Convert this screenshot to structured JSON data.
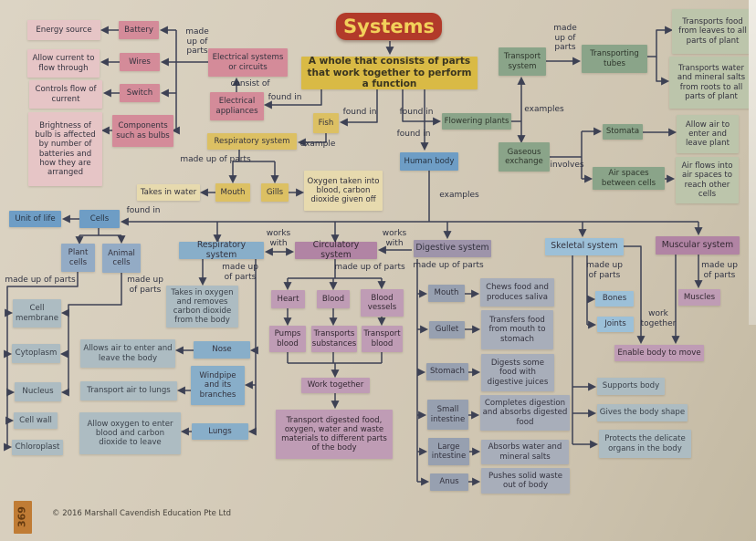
{
  "title": "Systems",
  "colors": {
    "title_box": "#b23a2a",
    "title_text": "#f2d05a",
    "definition": "#d9ba45",
    "electrical_dark": "#d48b99",
    "electrical_light": "#e6c5c6",
    "fish_yellow": "#dcc063",
    "plant_green": "#8aa489",
    "plant_green_light": "#bcc5ab",
    "body_blue": "#6e9dc5",
    "cell_bluegrey": "#adbcc2",
    "circulatory_mauve": "#b184a4",
    "digestive_grey": "#97a0b0",
    "skeletal_blue": "#9cc0d8",
    "connector": "#3d4154",
    "paper": "#d5ccba",
    "page_tab": "#c07c35"
  },
  "nodes": {
    "energy_source": "Energy source",
    "battery": "Battery",
    "allow_current": "Allow current to flow through",
    "wires": "Wires",
    "controls_flow": "Controls flow of current",
    "switch": "Switch",
    "brightness": "Brightness of bulb is affected by number of batteries and how they are arranged",
    "components": "Components such as bulbs",
    "elec_systems": "Electrical systems or circuits",
    "elec_appliances": "Electrical appliances",
    "systems_title": "Systems",
    "definition": "A whole that consists of parts that work together to perform a function",
    "fish": "Fish",
    "respiratory_fish": "Respiratory system",
    "mouth_fish": "Mouth",
    "gills": "Gills",
    "takes_in_water": "Takes in water",
    "oxygen_taken": "Oxygen taken into blood, carbon dioxide given off",
    "flowering_plants": "Flowering plants",
    "transport_system": "Transport system",
    "transporting_tubes": "Transporting tubes",
    "gaseous_exchange": "Gaseous exchange",
    "stomata": "Stomata",
    "air_spaces": "Air spaces between cells",
    "transports_food": "Transports food from leaves to all parts of plant",
    "transports_water": "Transports water and mineral salts from roots to all parts of plant",
    "allow_air_plant": "Allow air to enter and leave plant",
    "air_flows": "Air flows into air spaces to reach other cells",
    "human_body": "Human body",
    "unit_of_life": "Unit of life",
    "cells": "Cells",
    "plant_cells": "Plant cells",
    "animal_cells": "Animal cells",
    "respiratory_sys": "Respiratory system",
    "circulatory_sys": "Circulatory system",
    "digestive_sys": "Digestive system",
    "skeletal_sys": "Skeletal system",
    "muscular_sys": "Muscular system",
    "takes_oxygen": "Takes in oxygen and removes carbon dioxide from the body",
    "nose": "Nose",
    "windpipe": "Windpipe and its branches",
    "lungs": "Lungs",
    "allows_air_body": "Allows air to enter and leave the body",
    "transport_air": "Transport air to lungs",
    "allow_oxygen_blood": "Allow oxygen to enter blood and carbon dioxide to leave",
    "cell_membrane": "Cell membrane",
    "cytoplasm": "Cytoplasm",
    "nucleus": "Nucleus",
    "cell_wall": "Cell wall",
    "chloroplast": "Chloroplast",
    "heart": "Heart",
    "blood": "Blood",
    "blood_vessels": "Blood vessels",
    "pumps_blood": "Pumps blood",
    "transports_substances": "Transports substances",
    "transport_blood": "Transport blood",
    "work_together_circ": "Work together",
    "transport_digested": "Transport digested food, oxygen, water and waste materials to different parts of the body",
    "mouth_dig": "Mouth",
    "gullet": "Gullet",
    "stomach": "Stomach",
    "small_intestine": "Small intestine",
    "large_intestine": "Large intestine",
    "anus": "Anus",
    "chews": "Chews food and produces saliva",
    "transfers": "Transfers food from mouth to stomach",
    "digests": "Digests some food with digestive juices",
    "completes": "Completes digestion and absorbs digested food",
    "absorbs": "Absorbs water and mineral salts",
    "pushes": "Pushes solid waste out of body",
    "bones": "Bones",
    "joints": "Joints",
    "supports": "Supports body",
    "gives_shape": "Gives the body shape",
    "protects": "Protects the delicate organs in the body",
    "enable_move": "Enable body to move",
    "muscles": "Muscles"
  },
  "labels": {
    "made_parts_elec": "made\nup of\nparts",
    "consist_of": "consist of",
    "found_in_appl": "found in",
    "found_in_fish": "found in",
    "found_in_flow": "found in",
    "found_in_hb": "found in",
    "example_fish": "example",
    "made_parts_resp_fish": "made up of parts",
    "examples_plant": "examples",
    "made_parts_tubes": "made\nup of\nparts",
    "involves": "involves",
    "examples_hb": "examples",
    "found_in_cells": "found in",
    "made_parts_plant": "made up of parts",
    "made_parts_animal": "made up\nof parts",
    "works_with_rc": "works\nwith",
    "works_with_cd": "works\nwith",
    "made_parts_circ": "made up of parts",
    "made_parts_resp": "made up\nof parts",
    "made_parts_dig": "made up of parts",
    "made_parts_skel": "made up\nof parts",
    "made_parts_musc": "made up\nof parts",
    "work_together_sk": "work\ntogether"
  },
  "footer": {
    "page_number": "369",
    "copyright": "© 2016 Marshall Cavendish Education Pte Ltd"
  }
}
